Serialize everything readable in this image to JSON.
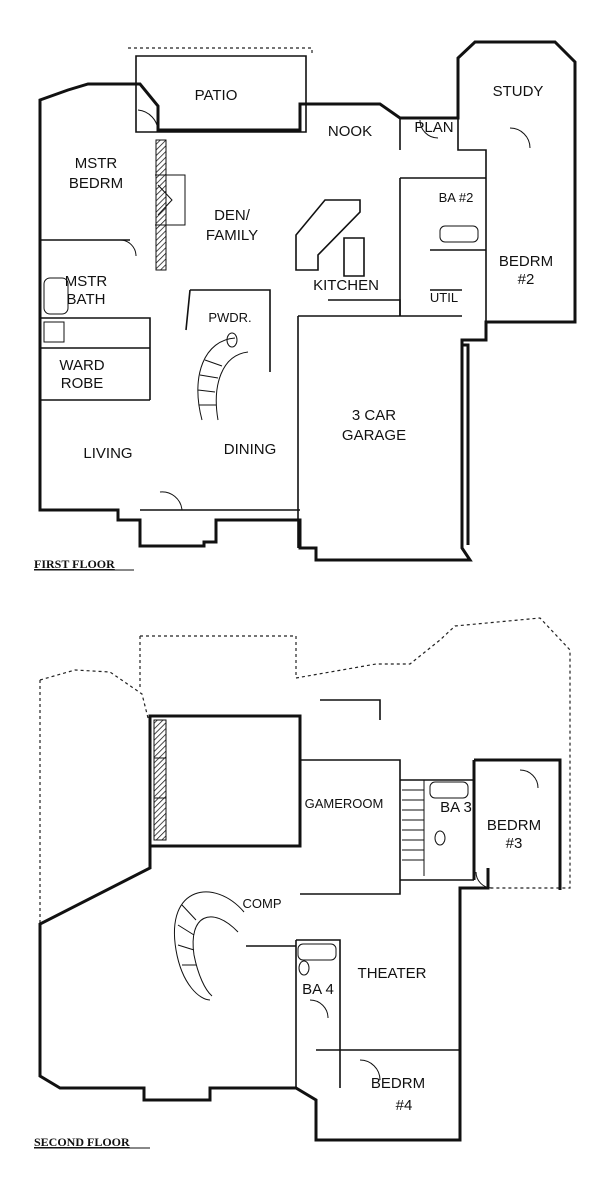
{
  "first_floor": {
    "caption": "FIRST FLOOR",
    "rooms": {
      "patio": "PATIO",
      "study": "STUDY",
      "nook": "NOOK",
      "plan": "PLAN",
      "mstr_bedrm_1": "MSTR",
      "mstr_bedrm_2": "BEDRM",
      "den_1": "DEN/",
      "den_2": "FAMILY",
      "ba2": "BA #2",
      "bedrm2_1": "BEDRM",
      "bedrm2_2": "#2",
      "mstr_bath_1": "MSTR",
      "mstr_bath_2": "BATH",
      "kitchen": "KITCHEN",
      "util": "UTIL",
      "pwdr": "PWDR.",
      "ward_1": "WARD",
      "ward_2": "ROBE",
      "garage_1": "3 CAR",
      "garage_2": "GARAGE",
      "living": "LIVING",
      "dining": "DINING"
    }
  },
  "second_floor": {
    "caption": "SECOND FLOOR",
    "rooms": {
      "gameroom": "GAMEROOM",
      "ba3": "BA 3",
      "bedrm3_1": "BEDRM",
      "bedrm3_2": "#3",
      "comp": "COMP",
      "theater": "THEATER",
      "ba4": "BA 4",
      "bedrm4_1": "BEDRM",
      "bedrm4_2": "#4"
    }
  }
}
